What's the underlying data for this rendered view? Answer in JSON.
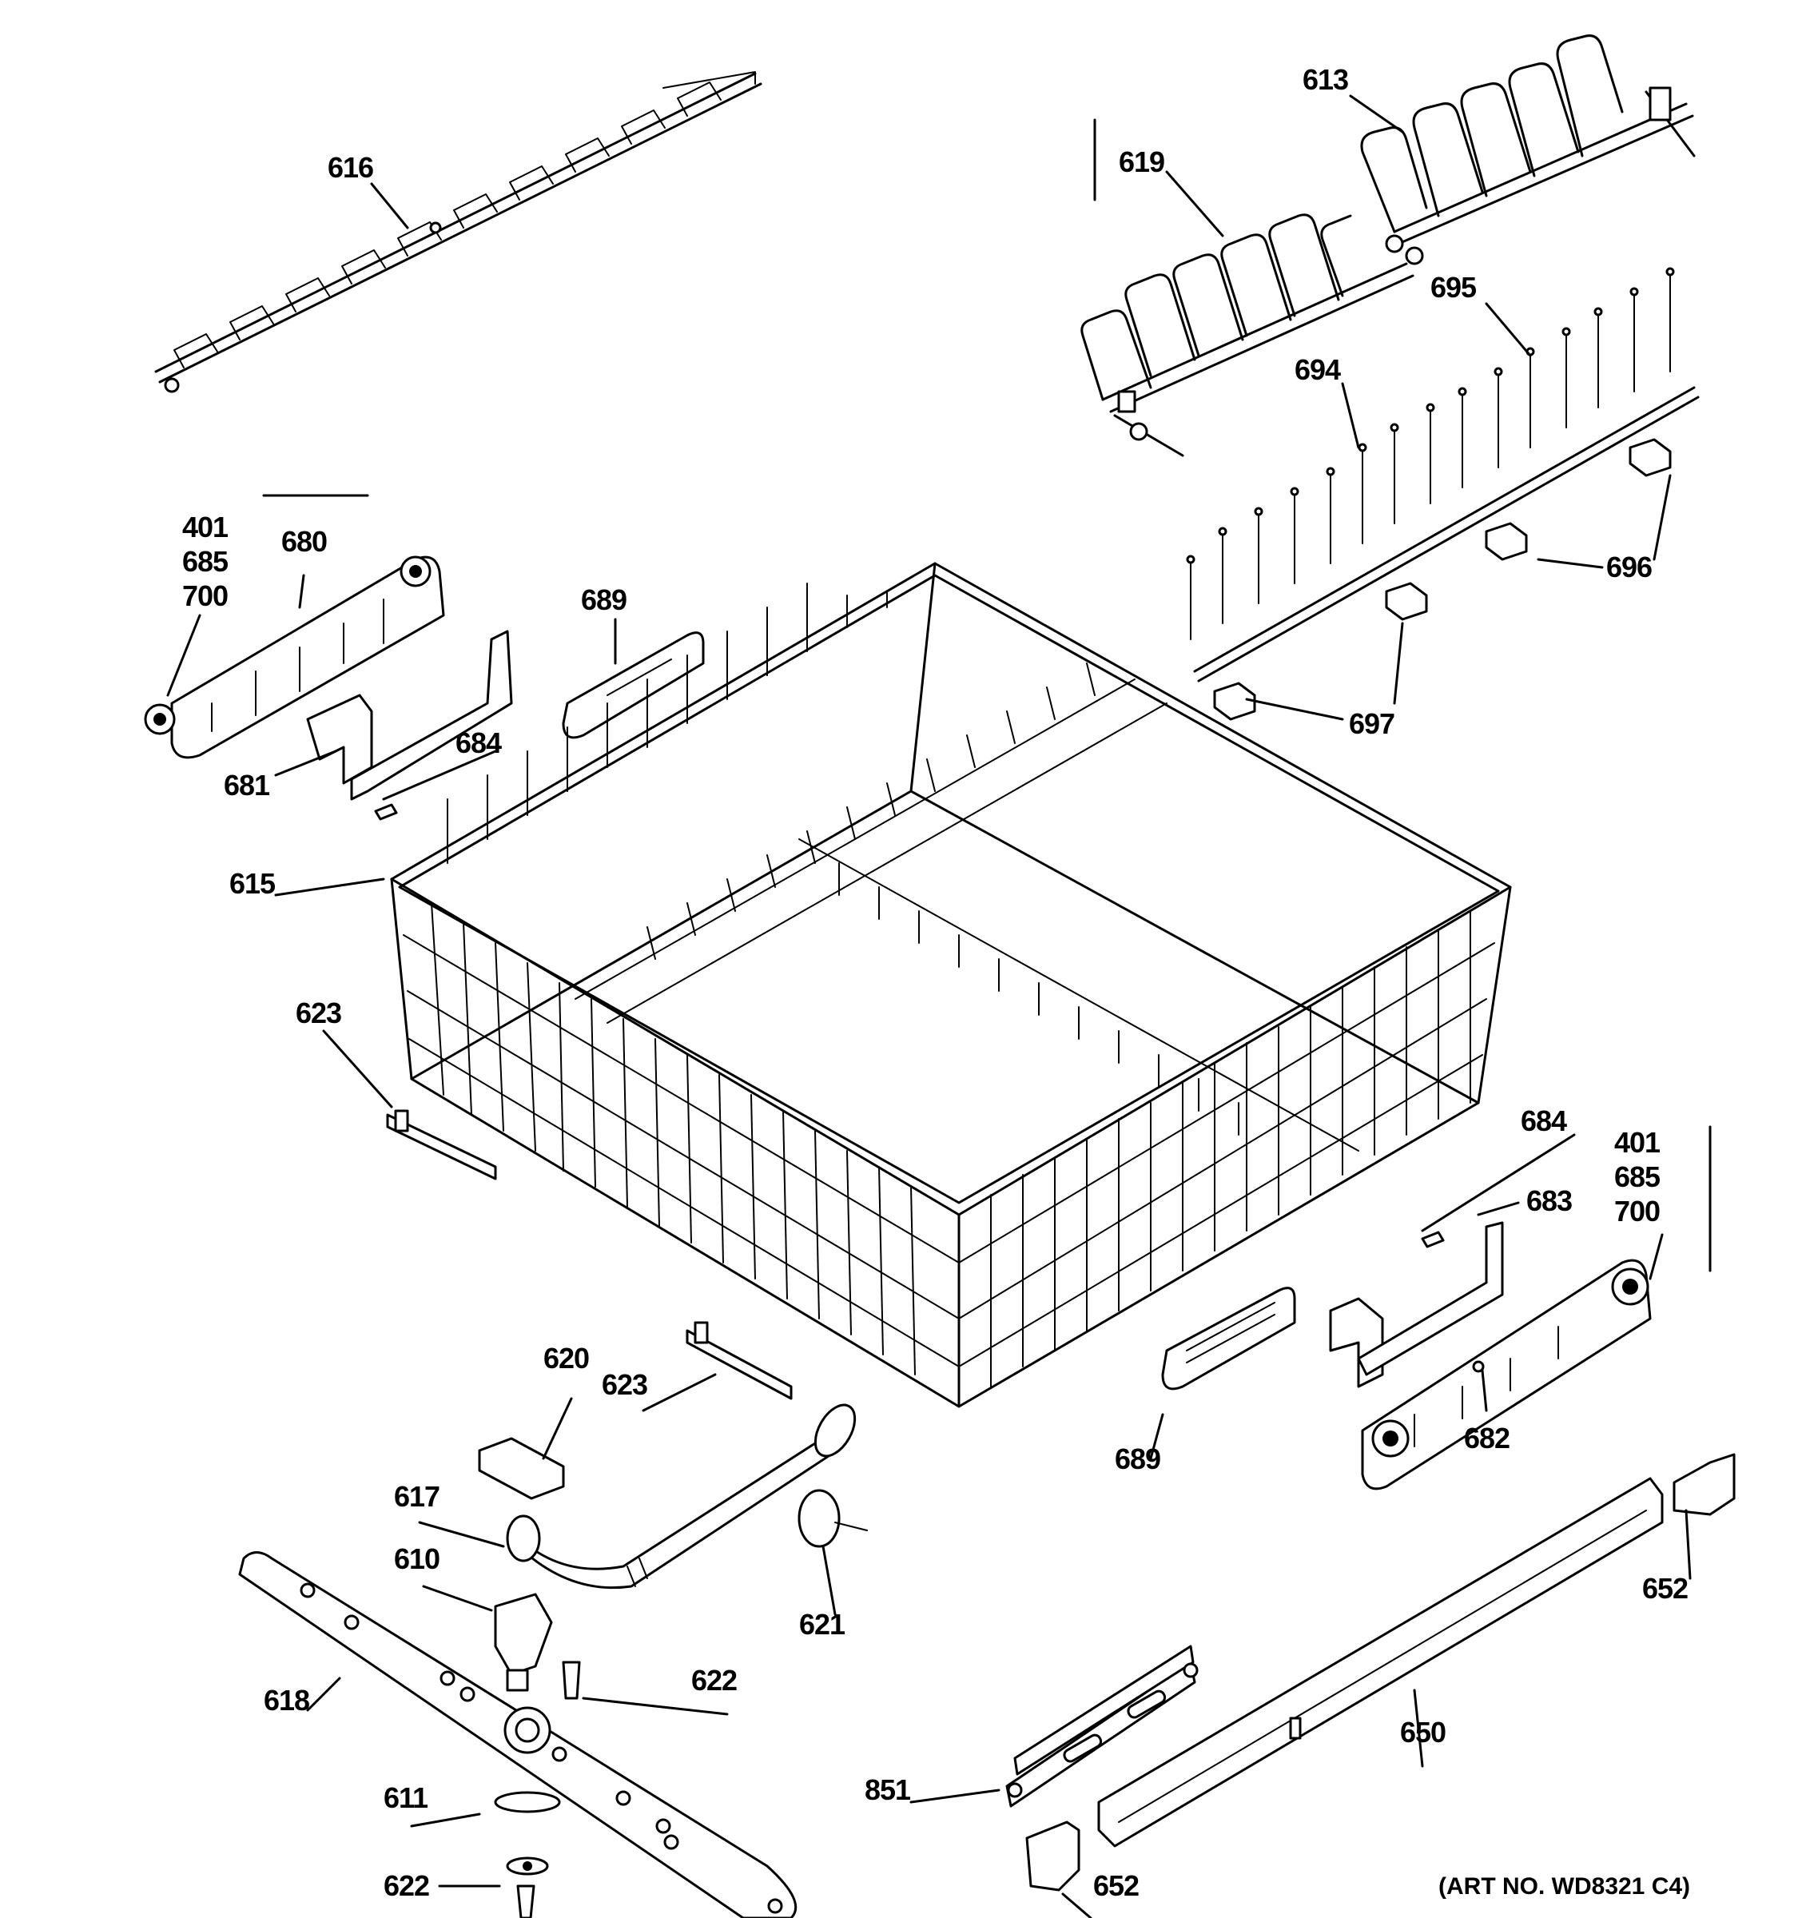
{
  "diagram": {
    "art_number": "(ART NO. WD8321 C4)",
    "labels": {
      "l613": "613",
      "l616": "616",
      "l619": "619",
      "l695": "695",
      "l694": "694",
      "l401a": "401",
      "l685a": "685",
      "l700a": "700",
      "l680": "680",
      "l689a": "689",
      "l684a": "684",
      "l681": "681",
      "l696": "696",
      "l697": "697",
      "l615": "615",
      "l623a": "623",
      "l684b": "684",
      "l401b": "401",
      "l685b": "685",
      "l700b": "700",
      "l683": "683",
      "l620": "620",
      "l623b": "623",
      "l689b": "689",
      "l682": "682",
      "l617": "617",
      "l610": "610",
      "l621": "621",
      "l652a": "652",
      "l622a": "622",
      "l618": "618",
      "l650": "650",
      "l611": "611",
      "l851": "851",
      "l622b": "622",
      "l652b": "652"
    }
  }
}
